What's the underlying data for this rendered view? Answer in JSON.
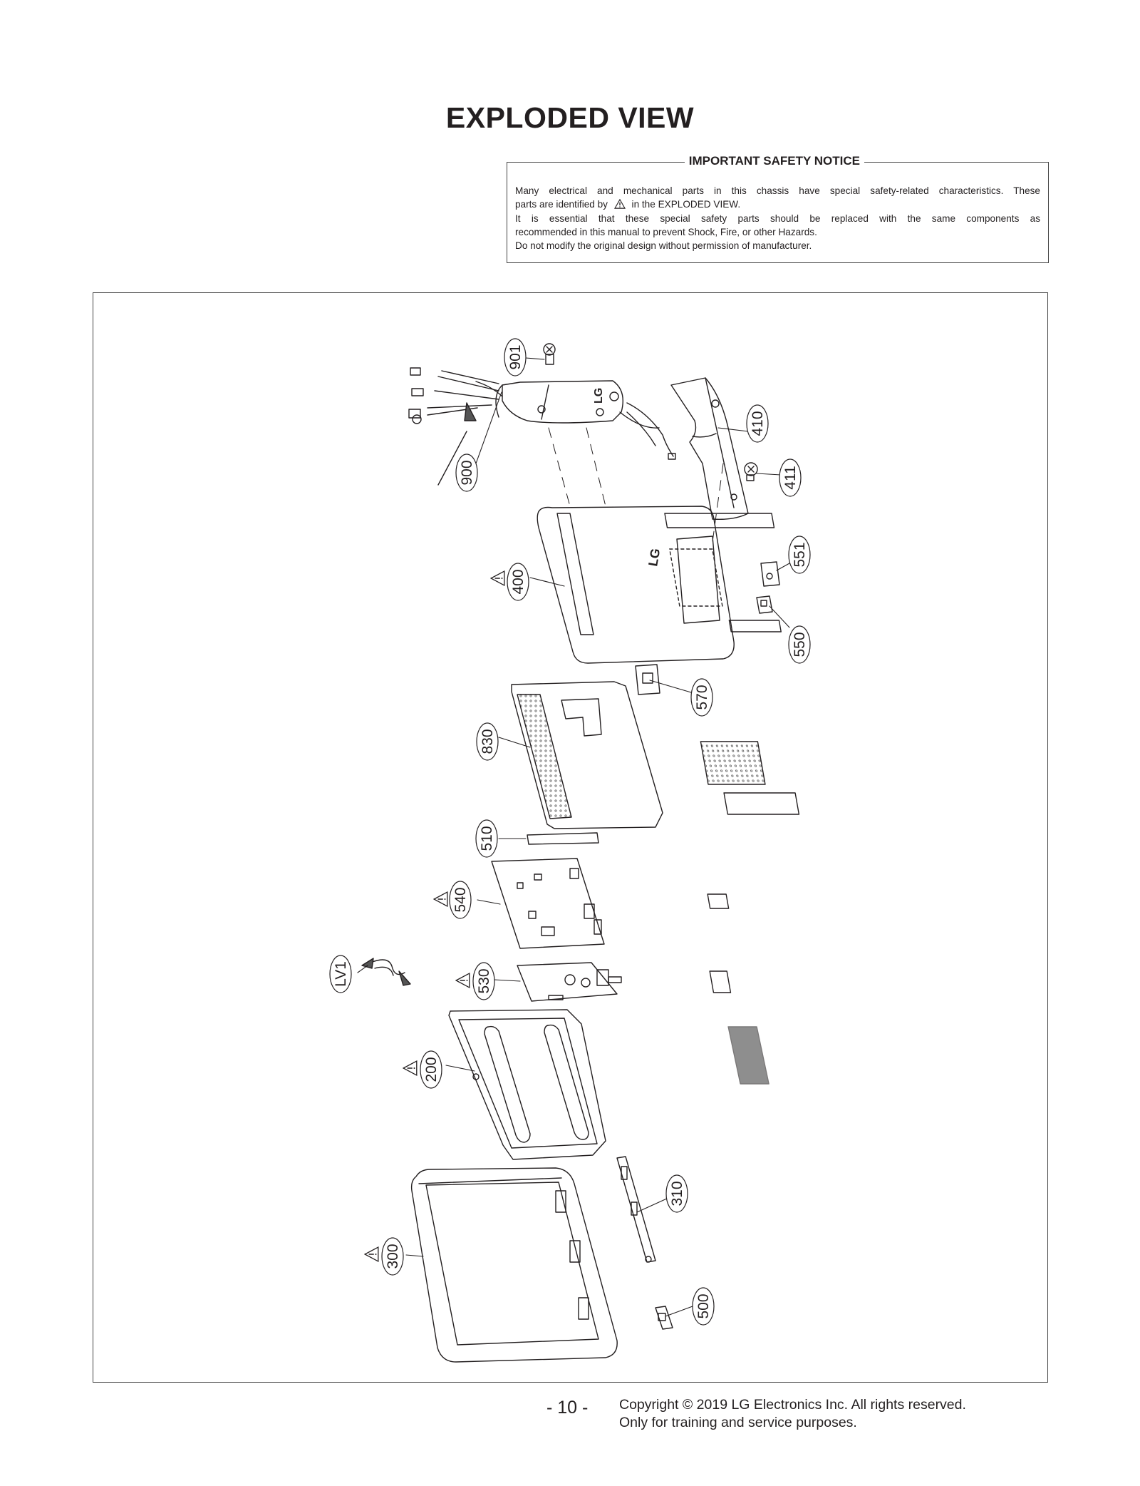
{
  "page": {
    "title": "EXPLODED VIEW",
    "page_number": "- 10 -",
    "copyright_line1": "Copyright © 2019 LG Electronics Inc. All rights reserved.",
    "copyright_line2": "Only for training and service purposes."
  },
  "safety_notice": {
    "heading": "IMPORTANT SAFETY NOTICE",
    "line1": "Many electrical and mechanical parts in this chassis have special safety-related characteristics. These",
    "line2_before": "parts are identified by",
    "line2_after": "in the EXPLODED VIEW.",
    "line3": "It is essential that these special safety parts should be replaced with the same components as",
    "line4": "recommended in this manual to prevent Shock, Fire, or other Hazards.",
    "line5": "Do not modify the original design without permission of manufacturer.",
    "warning_icon": "warning-triangle-icon"
  },
  "diagram": {
    "part_labels": {
      "p901": "901",
      "p900": "900",
      "p410": "410",
      "p411": "411",
      "p400": "400",
      "p551": "551",
      "p550": "550",
      "p570": "570",
      "p830": "830",
      "p510": "510",
      "p540": "540",
      "pLV1": "LV1",
      "p530": "530",
      "p200": "200",
      "p310": "310",
      "p300": "300",
      "p500": "500"
    },
    "safety_marked_parts": [
      "400",
      "540",
      "530",
      "200",
      "300"
    ],
    "brand_marks": {
      "logo": "LG"
    }
  }
}
